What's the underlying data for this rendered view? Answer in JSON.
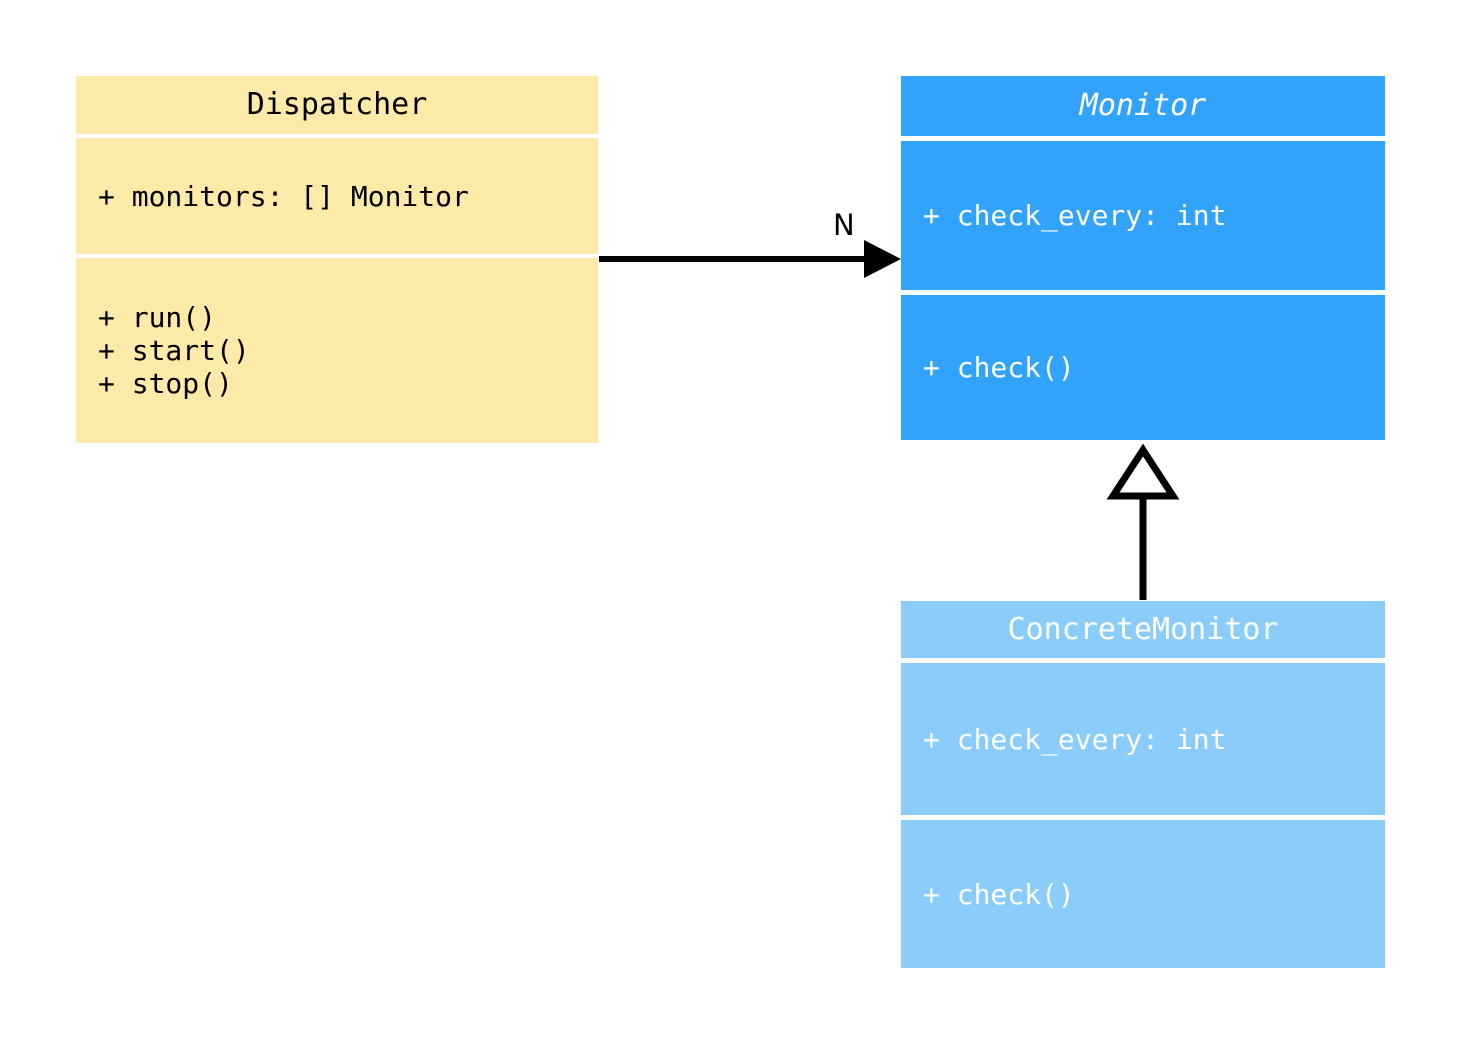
{
  "diagram": {
    "kind": "uml-class-diagram",
    "background_color": "#ffffff"
  },
  "classes": [
    {
      "id": "dispatcher",
      "name": "Dispatcher",
      "abstract": false,
      "fill_color": "#fceaa8",
      "text_color": "#000000",
      "attributes": [
        "+ monitors: [] Monitor"
      ],
      "methods": [
        "+ run()",
        "+ start()",
        "+ stop()"
      ]
    },
    {
      "id": "monitor",
      "name": "Monitor",
      "abstract": true,
      "fill_color": "#31a3fb",
      "text_color": "#ffffff",
      "attributes": [
        "+ check_every: int"
      ],
      "methods": [
        "+ check()"
      ]
    },
    {
      "id": "concrete_monitor",
      "name": "ConcreteMonitor",
      "abstract": false,
      "fill_color": "#8acdfb",
      "text_color": "#ffffff",
      "attributes": [
        "+ check_every: int"
      ],
      "methods": [
        "+ check()"
      ]
    }
  ],
  "relationships": [
    {
      "id": "dispatcher-to-monitor",
      "type": "association",
      "from": "Dispatcher",
      "to": "Monitor",
      "label": "N",
      "arrowhead": "filled-triangle",
      "line": "solid",
      "line_color": "#000000"
    },
    {
      "id": "concrete-to-monitor",
      "type": "generalization",
      "from": "ConcreteMonitor",
      "to": "Monitor",
      "label": "",
      "arrowhead": "hollow-triangle",
      "line": "solid",
      "line_color": "#000000"
    }
  ]
}
